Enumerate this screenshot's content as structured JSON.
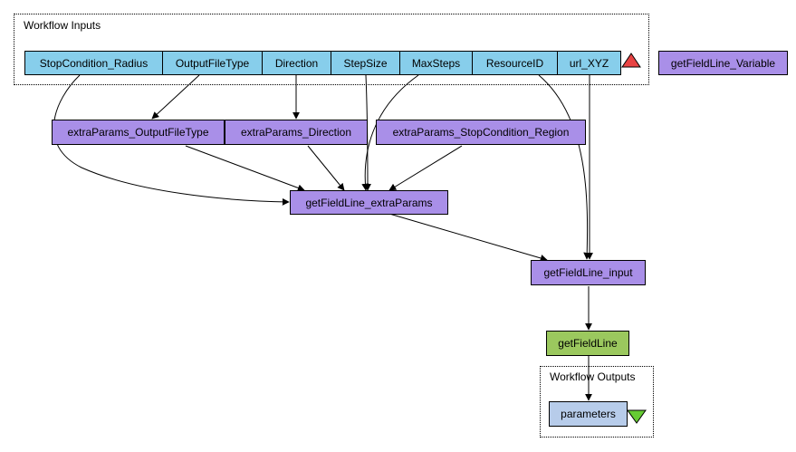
{
  "colors": {
    "input_port": "#87CEEB",
    "processor": "#A98FE8",
    "service": "#9BC85E",
    "output_port": "#B7CCEA",
    "input_marker": "#E84343",
    "output_marker": "#66CC33"
  },
  "inputs_group": {
    "title": "Workflow Inputs",
    "ports": [
      "StopCondition_Radius",
      "OutputFileType",
      "Direction",
      "StepSize",
      "MaxSteps",
      "ResourceID",
      "url_XYZ"
    ]
  },
  "outputs_group": {
    "title": "Workflow Outputs",
    "ports": [
      "parameters"
    ]
  },
  "nodes": {
    "variable": "getFieldLine_Variable",
    "extra_output_file_type": "extraParams_OutputFileType",
    "extra_direction": "extraParams_Direction",
    "extra_stop_region": "extraParams_StopCondition_Region",
    "extra_params": "getFieldLine_extraParams",
    "input": "getFieldLine_input",
    "service": "getFieldLine"
  },
  "edges": [
    {
      "from": "StopCondition_Radius",
      "to": "getFieldLine_extraParams"
    },
    {
      "from": "OutputFileType",
      "to": "extraParams_OutputFileType"
    },
    {
      "from": "Direction",
      "to": "extraParams_Direction"
    },
    {
      "from": "StepSize",
      "to": "getFieldLine_extraParams"
    },
    {
      "from": "MaxSteps",
      "to": "getFieldLine_extraParams"
    },
    {
      "from": "ResourceID",
      "to": "getFieldLine_input"
    },
    {
      "from": "url_XYZ",
      "to": "getFieldLine_input"
    },
    {
      "from": "extraParams_OutputFileType",
      "to": "getFieldLine_extraParams"
    },
    {
      "from": "extraParams_Direction",
      "to": "getFieldLine_extraParams"
    },
    {
      "from": "extraParams_StopCondition_Region",
      "to": "getFieldLine_extraParams"
    },
    {
      "from": "getFieldLine_extraParams",
      "to": "getFieldLine_input"
    },
    {
      "from": "getFieldLine_input",
      "to": "getFieldLine"
    },
    {
      "from": "getFieldLine",
      "to": "parameters"
    }
  ]
}
